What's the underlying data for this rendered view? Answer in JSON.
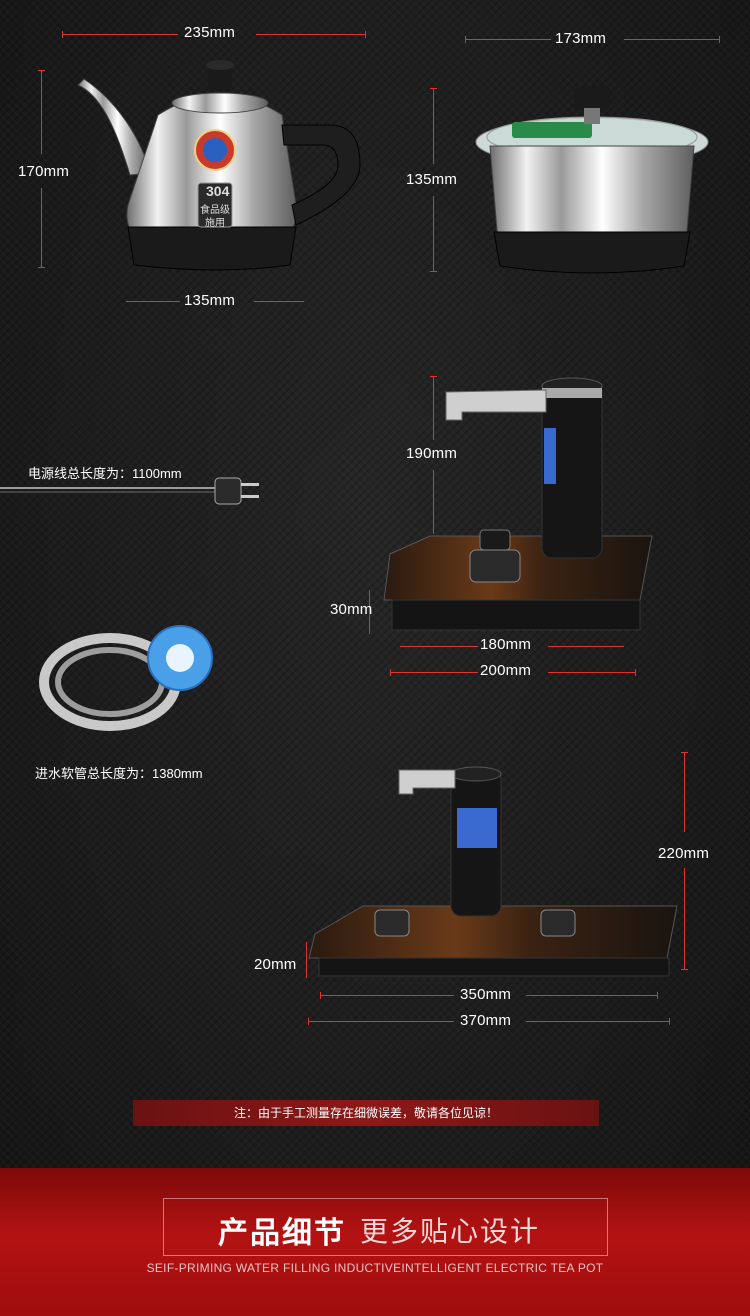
{
  "dimensions": {
    "kettle_width": "235mm",
    "kettle_height": "170mm",
    "kettle_base": "135mm",
    "pot_width": "173mm",
    "pot_height": "135mm",
    "unit1_pump_height": "190mm",
    "unit1_base_height": "30mm",
    "unit1_inner_width": "180mm",
    "unit1_outer_width": "200mm",
    "unit2_total_height": "220mm",
    "unit2_base_height": "20mm",
    "unit2_inner_width": "350mm",
    "unit2_outer_width": "370mm"
  },
  "labels": {
    "power_cord": "电源线总长度为：1100mm",
    "hose": "进水软管总长度为：1380mm"
  },
  "note": "注：由于手工测量存在细微误差，敬请各位见谅！",
  "banner": {
    "title": "产品细节",
    "subtitle": "更多贴心设计",
    "english": "SEIF-PRIMING WATER FILLING INDUCTIVEINTELLIGENT ELECTRIC TEA POT"
  },
  "kettle_badge": {
    "line1": "304",
    "line2": "食品级",
    "line3": "施用"
  },
  "colors": {
    "accent_line": "#dd3333",
    "banner_red": "#b31212",
    "background": "#1b1b1b"
  }
}
